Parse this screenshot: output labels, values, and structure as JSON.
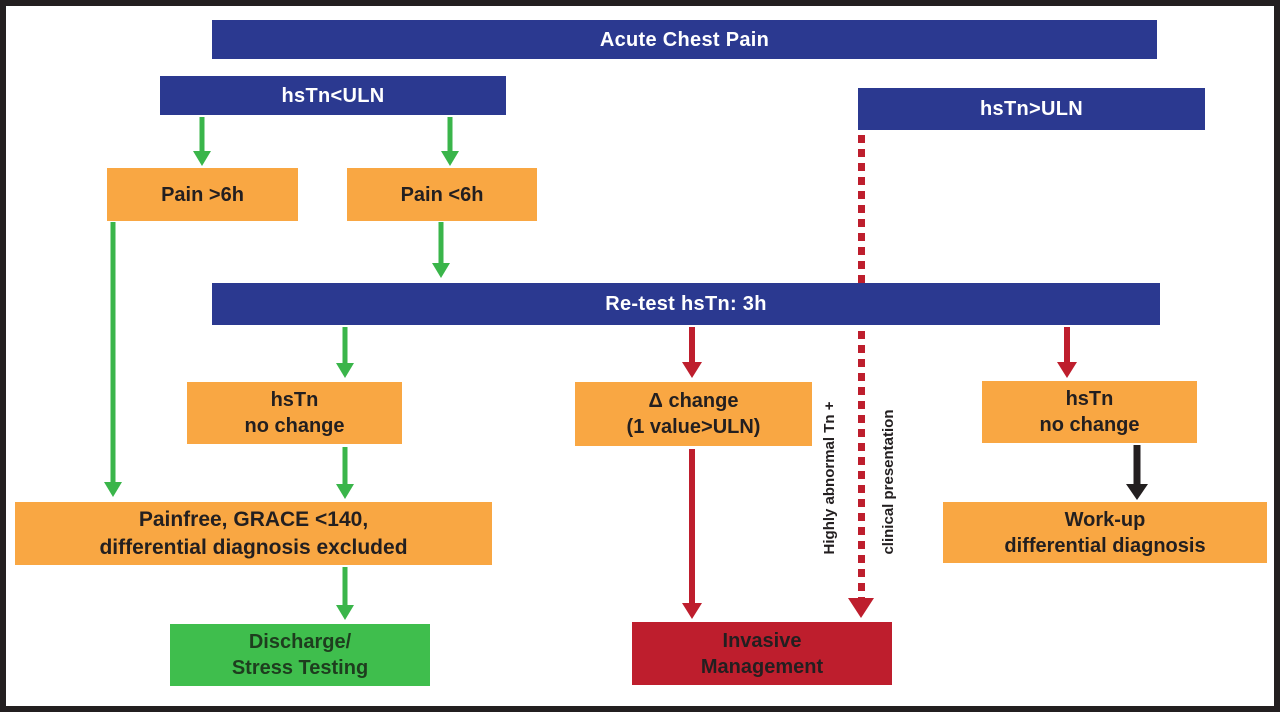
{
  "diagram": {
    "title": "Acute Chest Pain triage flowchart (hsTn algorithm)",
    "nodes": {
      "acute_chest_pain": "Acute Chest Pain",
      "hstn_below_uln": "hsTn<ULN",
      "hstn_above_uln": "hsTn>ULN",
      "pain_over_6h": "Pain >6h",
      "pain_under_6h": "Pain <6h",
      "retest": "Re-test hsTn: 3h",
      "hstn_no_change_left": "hsTn\nno change",
      "delta_change": "Δ change\n(1 value>ULN)",
      "hstn_no_change_right": "hsTn\nno change",
      "painfree": "Painfree, GRACE <140,\ndifferential diagnosis excluded",
      "workup": "Work-up\ndifferential diagnosis",
      "discharge": "Discharge/\nStress Testing",
      "invasive": "Invasive\nManagement"
    },
    "annotations": {
      "dashed_label_left": "Highly abnormal Tn +",
      "dashed_label_right": "clinical presentation"
    },
    "colors": {
      "navy": "#2b3990",
      "orange": "#f9a743",
      "arrow_green": "#3ab54a",
      "green_box": "#3fbe4d",
      "red": "#be1e2d",
      "black": "#231f20",
      "background": "#ffffff"
    }
  }
}
